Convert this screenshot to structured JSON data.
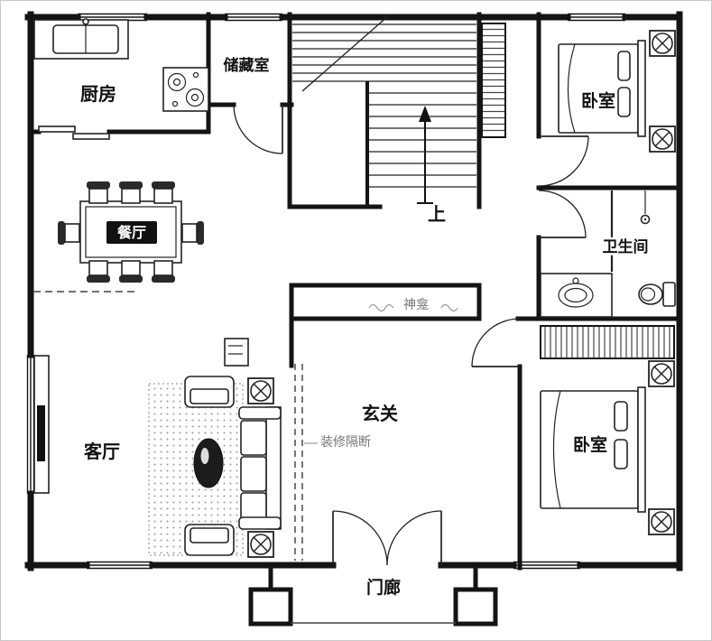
{
  "meta": {
    "background": "#ffffff",
    "wall_color": "#141414",
    "annotation_color": "#777777"
  },
  "rooms": {
    "kitchen": {
      "label": "厨房"
    },
    "storage": {
      "label": "储藏室"
    },
    "bedroom_top": {
      "label": "卧室"
    },
    "dining": {
      "label": "餐厅"
    },
    "stairs": {
      "up": "上"
    },
    "bathroom": {
      "label": "卫生间"
    },
    "shrine": {
      "label": "神龛"
    },
    "foyer": {
      "label": "玄关"
    },
    "living": {
      "label": "客厅"
    },
    "bedroom_bottom": {
      "label": "卧室"
    },
    "porch": {
      "label": "门廊"
    },
    "partition": {
      "label": "装修隔断"
    }
  }
}
